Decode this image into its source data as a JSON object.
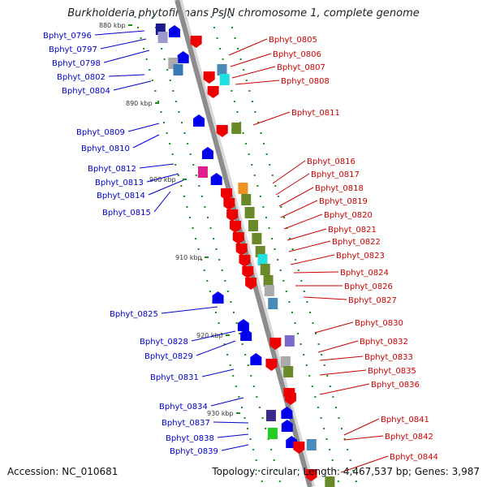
{
  "title": "Burkholderia phytofirmans PsJN chromosome 1, complete genome",
  "footer": {
    "accession": "Accession: NC_010681",
    "summary": "Topology: circular; Length: 4,467,537 bp; Genes: 3,987"
  },
  "colors": {
    "left_labels": "#0000cc",
    "right_labels": "#cc0000",
    "tick": "#1a8a1a",
    "backbone": "#8c8c8c"
  },
  "kbp_markers": [
    "880 kbp",
    "890 kbp",
    "900 kbp",
    "910 kbp",
    "920 kbp",
    "930 kbp"
  ],
  "left_genes": [
    "Bphyt_0796",
    "Bphyt_0797",
    "Bphyt_0798",
    "Bphyt_0802",
    "Bphyt_0804",
    "Bphyt_0809",
    "Bphyt_0810",
    "Bphyt_0812",
    "Bphyt_0813",
    "Bphyt_0814",
    "Bphyt_0815",
    "Bphyt_0825",
    "Bphyt_0828",
    "Bphyt_0829",
    "Bphyt_0831",
    "Bphyt_0834",
    "Bphyt_0837",
    "Bphyt_0838",
    "Bphyt_0839"
  ],
  "right_genes": [
    "Bphyt_0805",
    "Bphyt_0806",
    "Bphyt_0807",
    "Bphyt_0808",
    "Bphyt_0811",
    "Bphyt_0816",
    "Bphyt_0817",
    "Bphyt_0818",
    "Bphyt_0819",
    "Bphyt_0820",
    "Bphyt_0821",
    "Bphyt_0822",
    "Bphyt_0823",
    "Bphyt_0824",
    "Bphyt_0826",
    "Bphyt_0827",
    "Bphyt_0830",
    "Bphyt_0832",
    "Bphyt_0833",
    "Bphyt_0835",
    "Bphyt_0836",
    "Bphyt_0841",
    "Bphyt_0842",
    "Bphyt_0844"
  ]
}
